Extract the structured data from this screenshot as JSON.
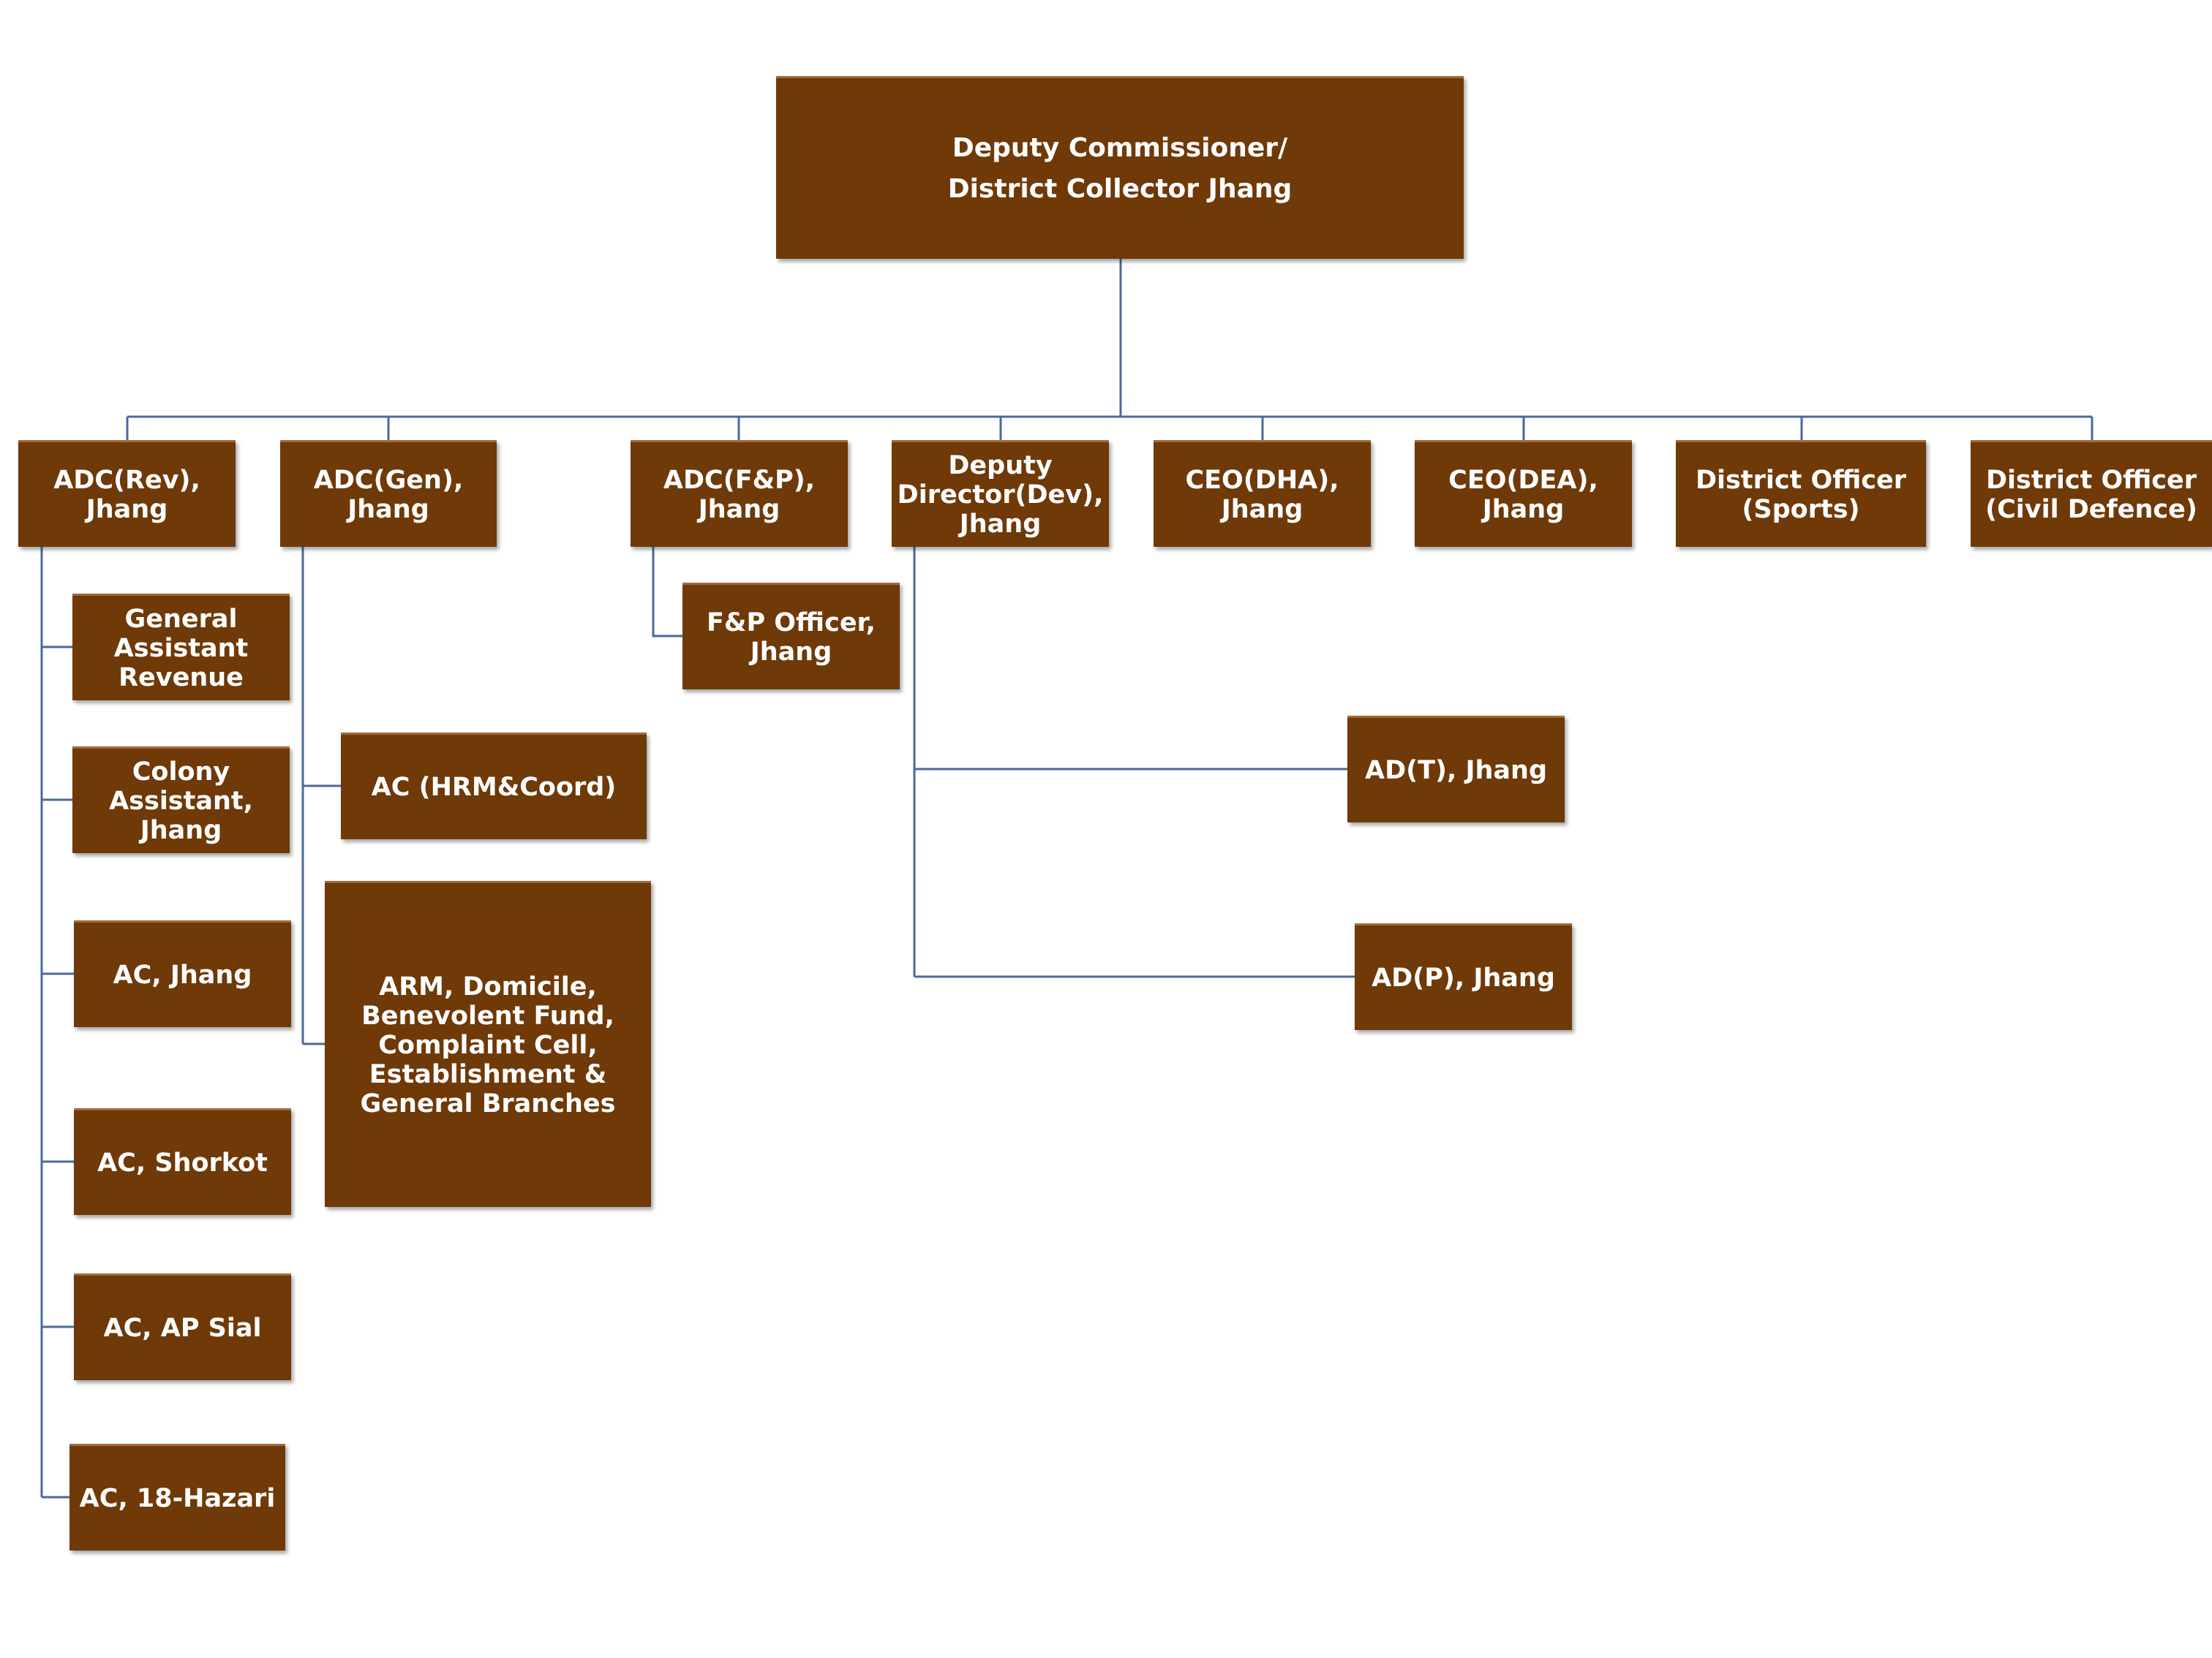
{
  "chart_title": "District Administration Jhang Organogram",
  "colors": {
    "box_fill": "#6f3908",
    "box_text": "#ffffff",
    "connector": "#4a6a9a",
    "background": "#ffffff"
  },
  "nodes": {
    "root": "Deputy Commissioner/\nDistrict Collector Jhang",
    "adc_rev": "ADC(Rev),\nJhang",
    "adc_gen": "ADC(Gen),\nJhang",
    "adc_fp": "ADC(F&P),\nJhang",
    "dd_dev": "Deputy\nDirector(Dev),\nJhang",
    "ceo_dha": "CEO(DHA),\nJhang",
    "ceo_dea": "CEO(DEA),\nJhang",
    "do_sports": "District Officer\n(Sports)",
    "do_civil": "District Officer\n(Civil Defence)",
    "gar": "General\nAssistant\nRevenue",
    "colony": "Colony\nAssistant,\nJhang",
    "ac_jhang": "AC, Jhang",
    "ac_shorkot": "AC, Shorkot",
    "ac_apsial": "AC, AP Sial",
    "ac_18hazari": "AC, 18-Hazari",
    "ac_hrm": "AC (HRM&Coord)",
    "arm": "ARM, Domicile,\nBenevolent Fund,\nComplaint Cell,\nEstablishment &\nGeneral Branches",
    "fp_officer": "F&P Officer,\nJhang",
    "ad_t": "AD(T), Jhang",
    "ad_p": "AD(P), Jhang"
  }
}
